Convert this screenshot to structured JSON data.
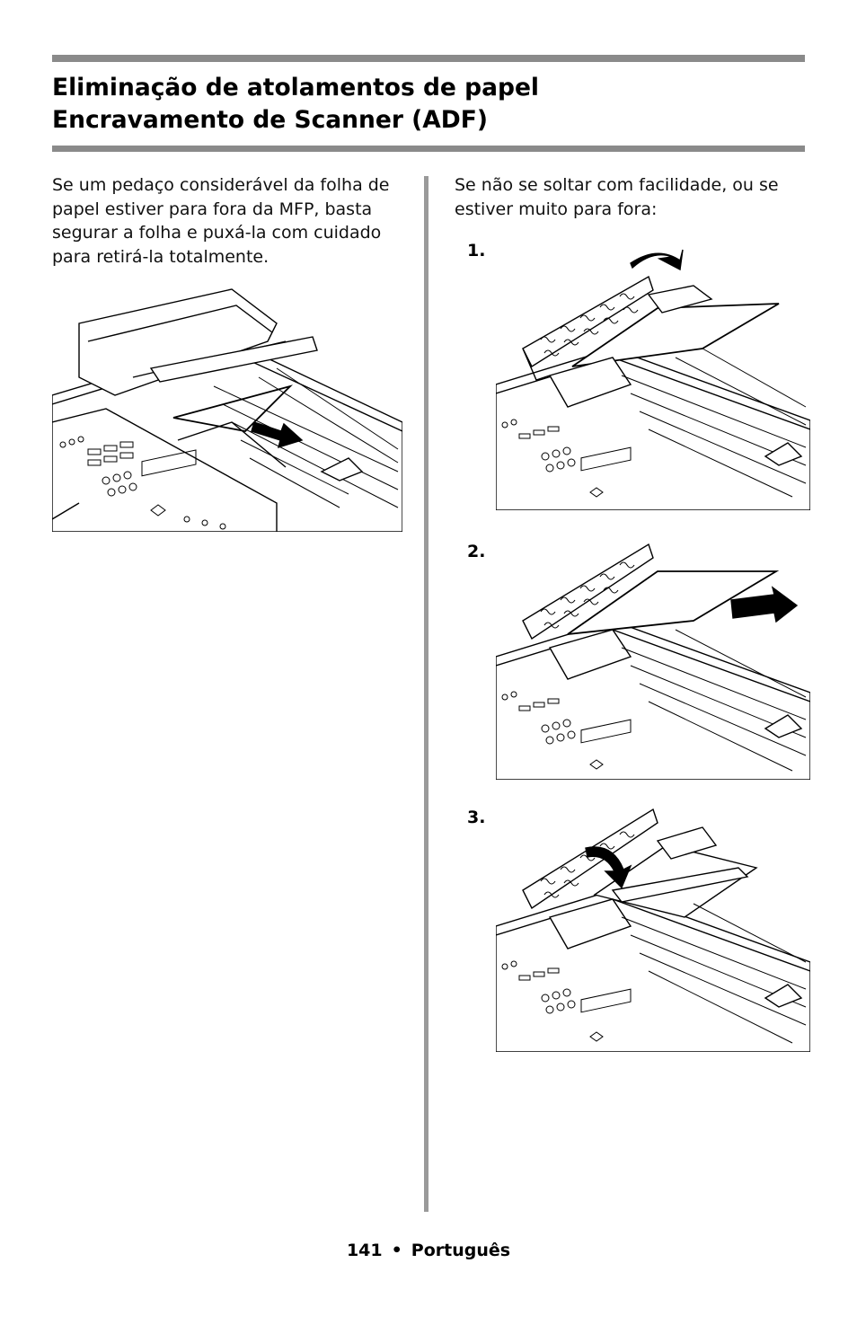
{
  "header": {
    "title_line1": "Eliminação de atolamentos de papel",
    "title_line2": "Encravamento de Scanner (ADF)"
  },
  "left_column": {
    "paragraph": "Se um pedaço considerável da folha de papel estiver para fora da MFP, basta segurar a folha e puxá-la com cuidado para retirá-la totalmente."
  },
  "right_column": {
    "paragraph": "Se não se soltar com facilidade, ou se estiver muito para fora:",
    "steps": [
      {
        "label": "1."
      },
      {
        "label": "2."
      },
      {
        "label": "3."
      }
    ]
  },
  "footer": {
    "page_number": "141",
    "separator": "•",
    "language": "Português"
  },
  "colors": {
    "rule": "#8a8a8a",
    "divider": "#9a9a9a",
    "ink": "#000000"
  }
}
